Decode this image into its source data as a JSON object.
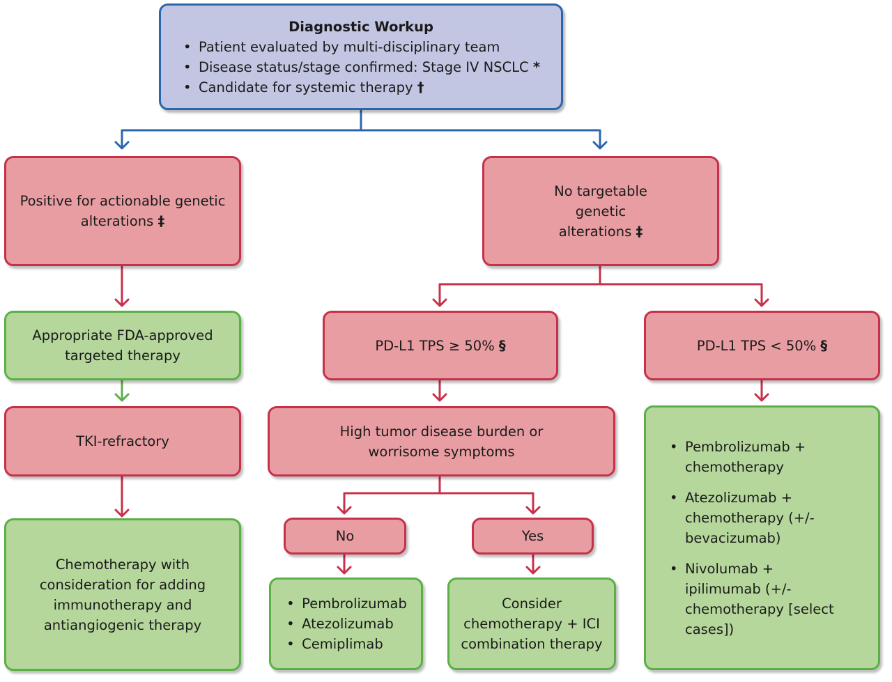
{
  "diagnostic": {
    "title": "Diagnostic Workup",
    "items": [
      "Patient evaluated by multi-disciplinary team",
      "Disease status/stage confirmed: Stage IV NSCLC",
      "Candidate for systemic therapy"
    ],
    "marks": [
      "*",
      "†"
    ]
  },
  "positive": {
    "text": "Positive for actionable genetic alterations",
    "mark": "‡"
  },
  "no_targetable": {
    "text": "No targetable genetic alterations",
    "mark": "‡"
  },
  "targeted_therapy": "Appropriate FDA-approved targeted therapy",
  "tki_refractory": "TKI-refractory",
  "chemo_immuno": "Chemotherapy with consideration for adding immunotherapy and antiangiogenic therapy",
  "pdl1_high": {
    "text": "PD-L1 TPS ≥ 50%",
    "mark": "§"
  },
  "pdl1_low": {
    "text": "PD-L1 TPS < 50%",
    "mark": "§"
  },
  "burden": "High tumor disease burden or worrisome symptoms",
  "no_label": "No",
  "yes_label": "Yes",
  "monotherapy": [
    "Pembrolizumab",
    "Atezolizumab",
    "Cemiplimab"
  ],
  "consider_combo": "Consider chemotherapy + ICI combination therapy",
  "combo_options": [
    "Pembrolizumab + chemotherapy",
    "Atezolizumab + chemotherapy (+/- bevacizumab)",
    "Nivolumab + ipilimumab (+/- chemotherapy [select cases])"
  ],
  "colors": {
    "blue_fill": "#c3c6e2",
    "blue_border": "#2b66ad",
    "red_fill": "#e79da1",
    "red_border": "#c8304a",
    "green_fill": "#b5d79c",
    "green_border": "#5ab046"
  }
}
